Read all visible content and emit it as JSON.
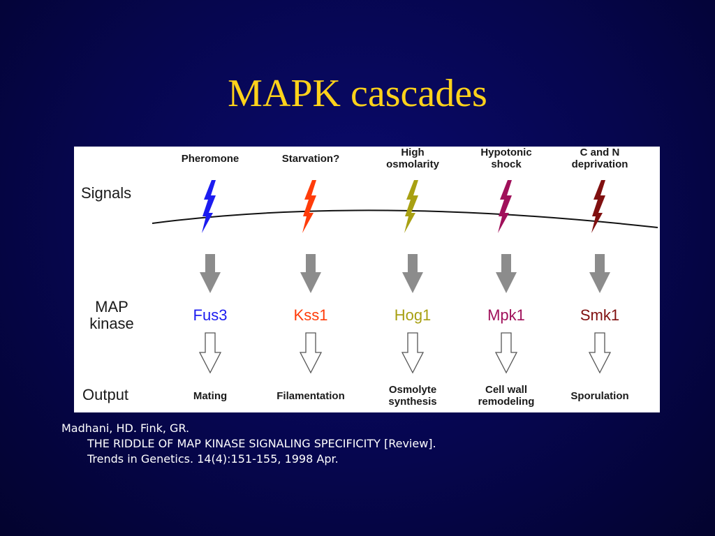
{
  "slide": {
    "title": "MAPK cascades"
  },
  "figure": {
    "row_labels": {
      "signals": "Signals",
      "map_kinase_line1": "MAP",
      "map_kinase_line2": "kinase",
      "output": "Output"
    },
    "columns": [
      {
        "signal": "Pheromone",
        "signal2": "",
        "kinase": "Fus3",
        "output": "Mating",
        "output2": "",
        "color": "#1c1cf0"
      },
      {
        "signal": "Starvation?",
        "signal2": "",
        "kinase": "Kss1",
        "output": "Filamentation",
        "output2": "",
        "color": "#ff3c0a"
      },
      {
        "signal": "High",
        "signal2": "osmolarity",
        "kinase": "Hog1",
        "output": "Osmolyte",
        "output2": "synthesis",
        "color": "#a8a012"
      },
      {
        "signal": "Hypotonic",
        "signal2": "shock",
        "kinase": "Mpk1",
        "output": "Cell wall",
        "output2": "remodeling",
        "color": "#a0105a"
      },
      {
        "signal": "C and N",
        "signal2": "deprivation",
        "kinase": "Smk1",
        "output": "Sporulation",
        "output2": "",
        "color": "#801010"
      }
    ]
  },
  "citation": {
    "line1": "Madhani, HD. Fink, GR.",
    "line2": "THE RIDDLE OF MAP KINASE SIGNALING SPECIFICITY [Review].",
    "line3": "Trends in Genetics. 14(4):151-155, 1998 Apr."
  }
}
